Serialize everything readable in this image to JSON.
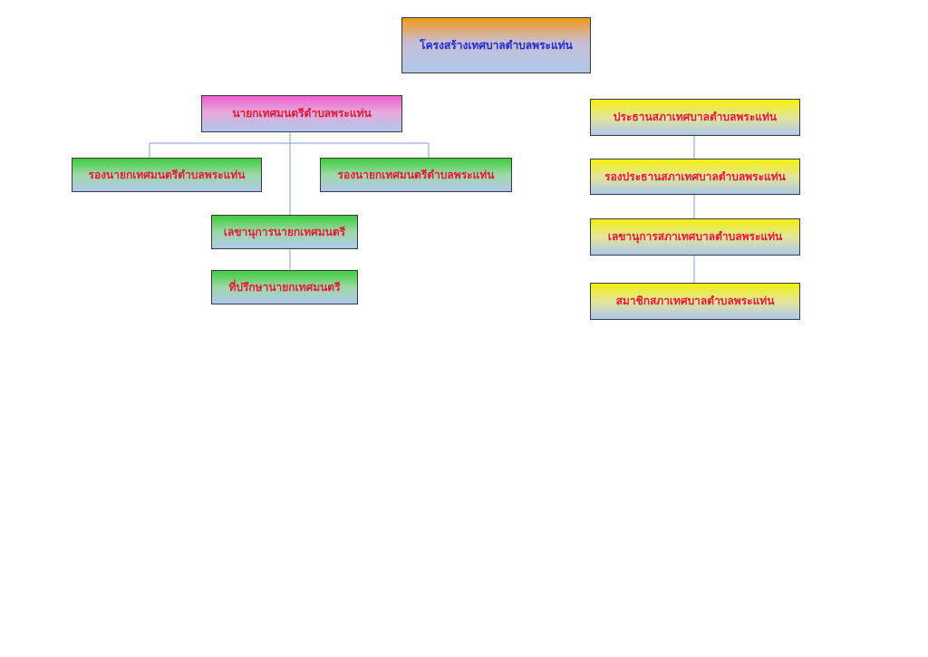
{
  "diagram": {
    "title": "โครงสร้างเทศบาลตำบลพระแท่น",
    "executive": {
      "mayor": "นายกเทศมนตรีตำบลพระแท่น",
      "deputy_left": "รองนายกเทศมนตรีตำบลพระแท่น",
      "deputy_right": "รองนายกเทศมนตรีตำบลพระแท่น",
      "secretary": "เลขานุการนายกเทศมนตรี",
      "advisor": "ที่ปรึกษานายกเทศมนตรี"
    },
    "council": {
      "president": "ประธานสภาเทศบาลตำบลพระแท่น",
      "vice_president": "รองประธานสภาเทศบาลตำบลพระแท่น",
      "secretary": "เลขานุการสภาเทศบาลตำบลพระแท่น",
      "members": "สมาชิกสภาเทศบาลตำบลพระแท่น"
    }
  },
  "colors": {
    "title_text": "#1f2bd8",
    "box_text": "#e8173a",
    "connector": "#7f9fd0"
  }
}
